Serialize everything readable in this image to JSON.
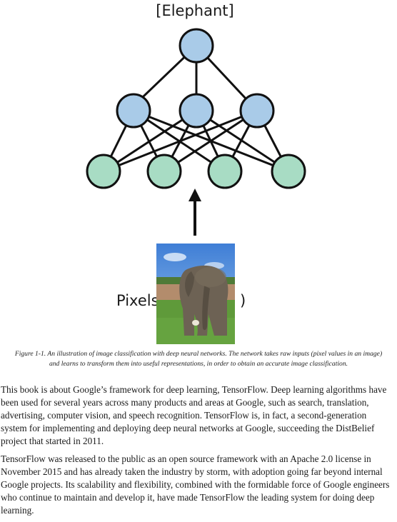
{
  "figure": {
    "top_label": "[Elephant]",
    "pixels_label": "Pixels(",
    "close_paren": ")",
    "photo": "elephant-photo",
    "colors": {
      "output_node": "#a9cbe8",
      "hidden_node": "#a9cbe8",
      "input_node": "#a8dcc4",
      "edge": "#111111"
    }
  },
  "caption": {
    "line1": "Figure 1-1. An illustration of image classification with deep neural networks. The network takes raw inputs (pixel values in an image)",
    "line2": "and learns to transform them into useful representations, in order to obtain an accurate image classification."
  },
  "paragraphs": [
    "This book is about Google’s framework for deep learning, TensorFlow. Deep learning algorithms have been used for several years across many products and areas at Google, such as search, translation, advertising, computer vision, and speech recognition. TensorFlow is, in fact, a second-generation system for implementing and deploying deep neural networks at Google, succeeding the DistBelief project that started in 2011.",
    "TensorFlow was released to the public as an open source framework with an Apache 2.0 license in November 2015 and has already taken the industry by storm, with adoption going far beyond internal Google projects. Its scalability and flexibility, combined with the formidable force of Google engineers who continue to maintain and develop it, have made TensorFlow the leading system for doing deep learning."
  ]
}
